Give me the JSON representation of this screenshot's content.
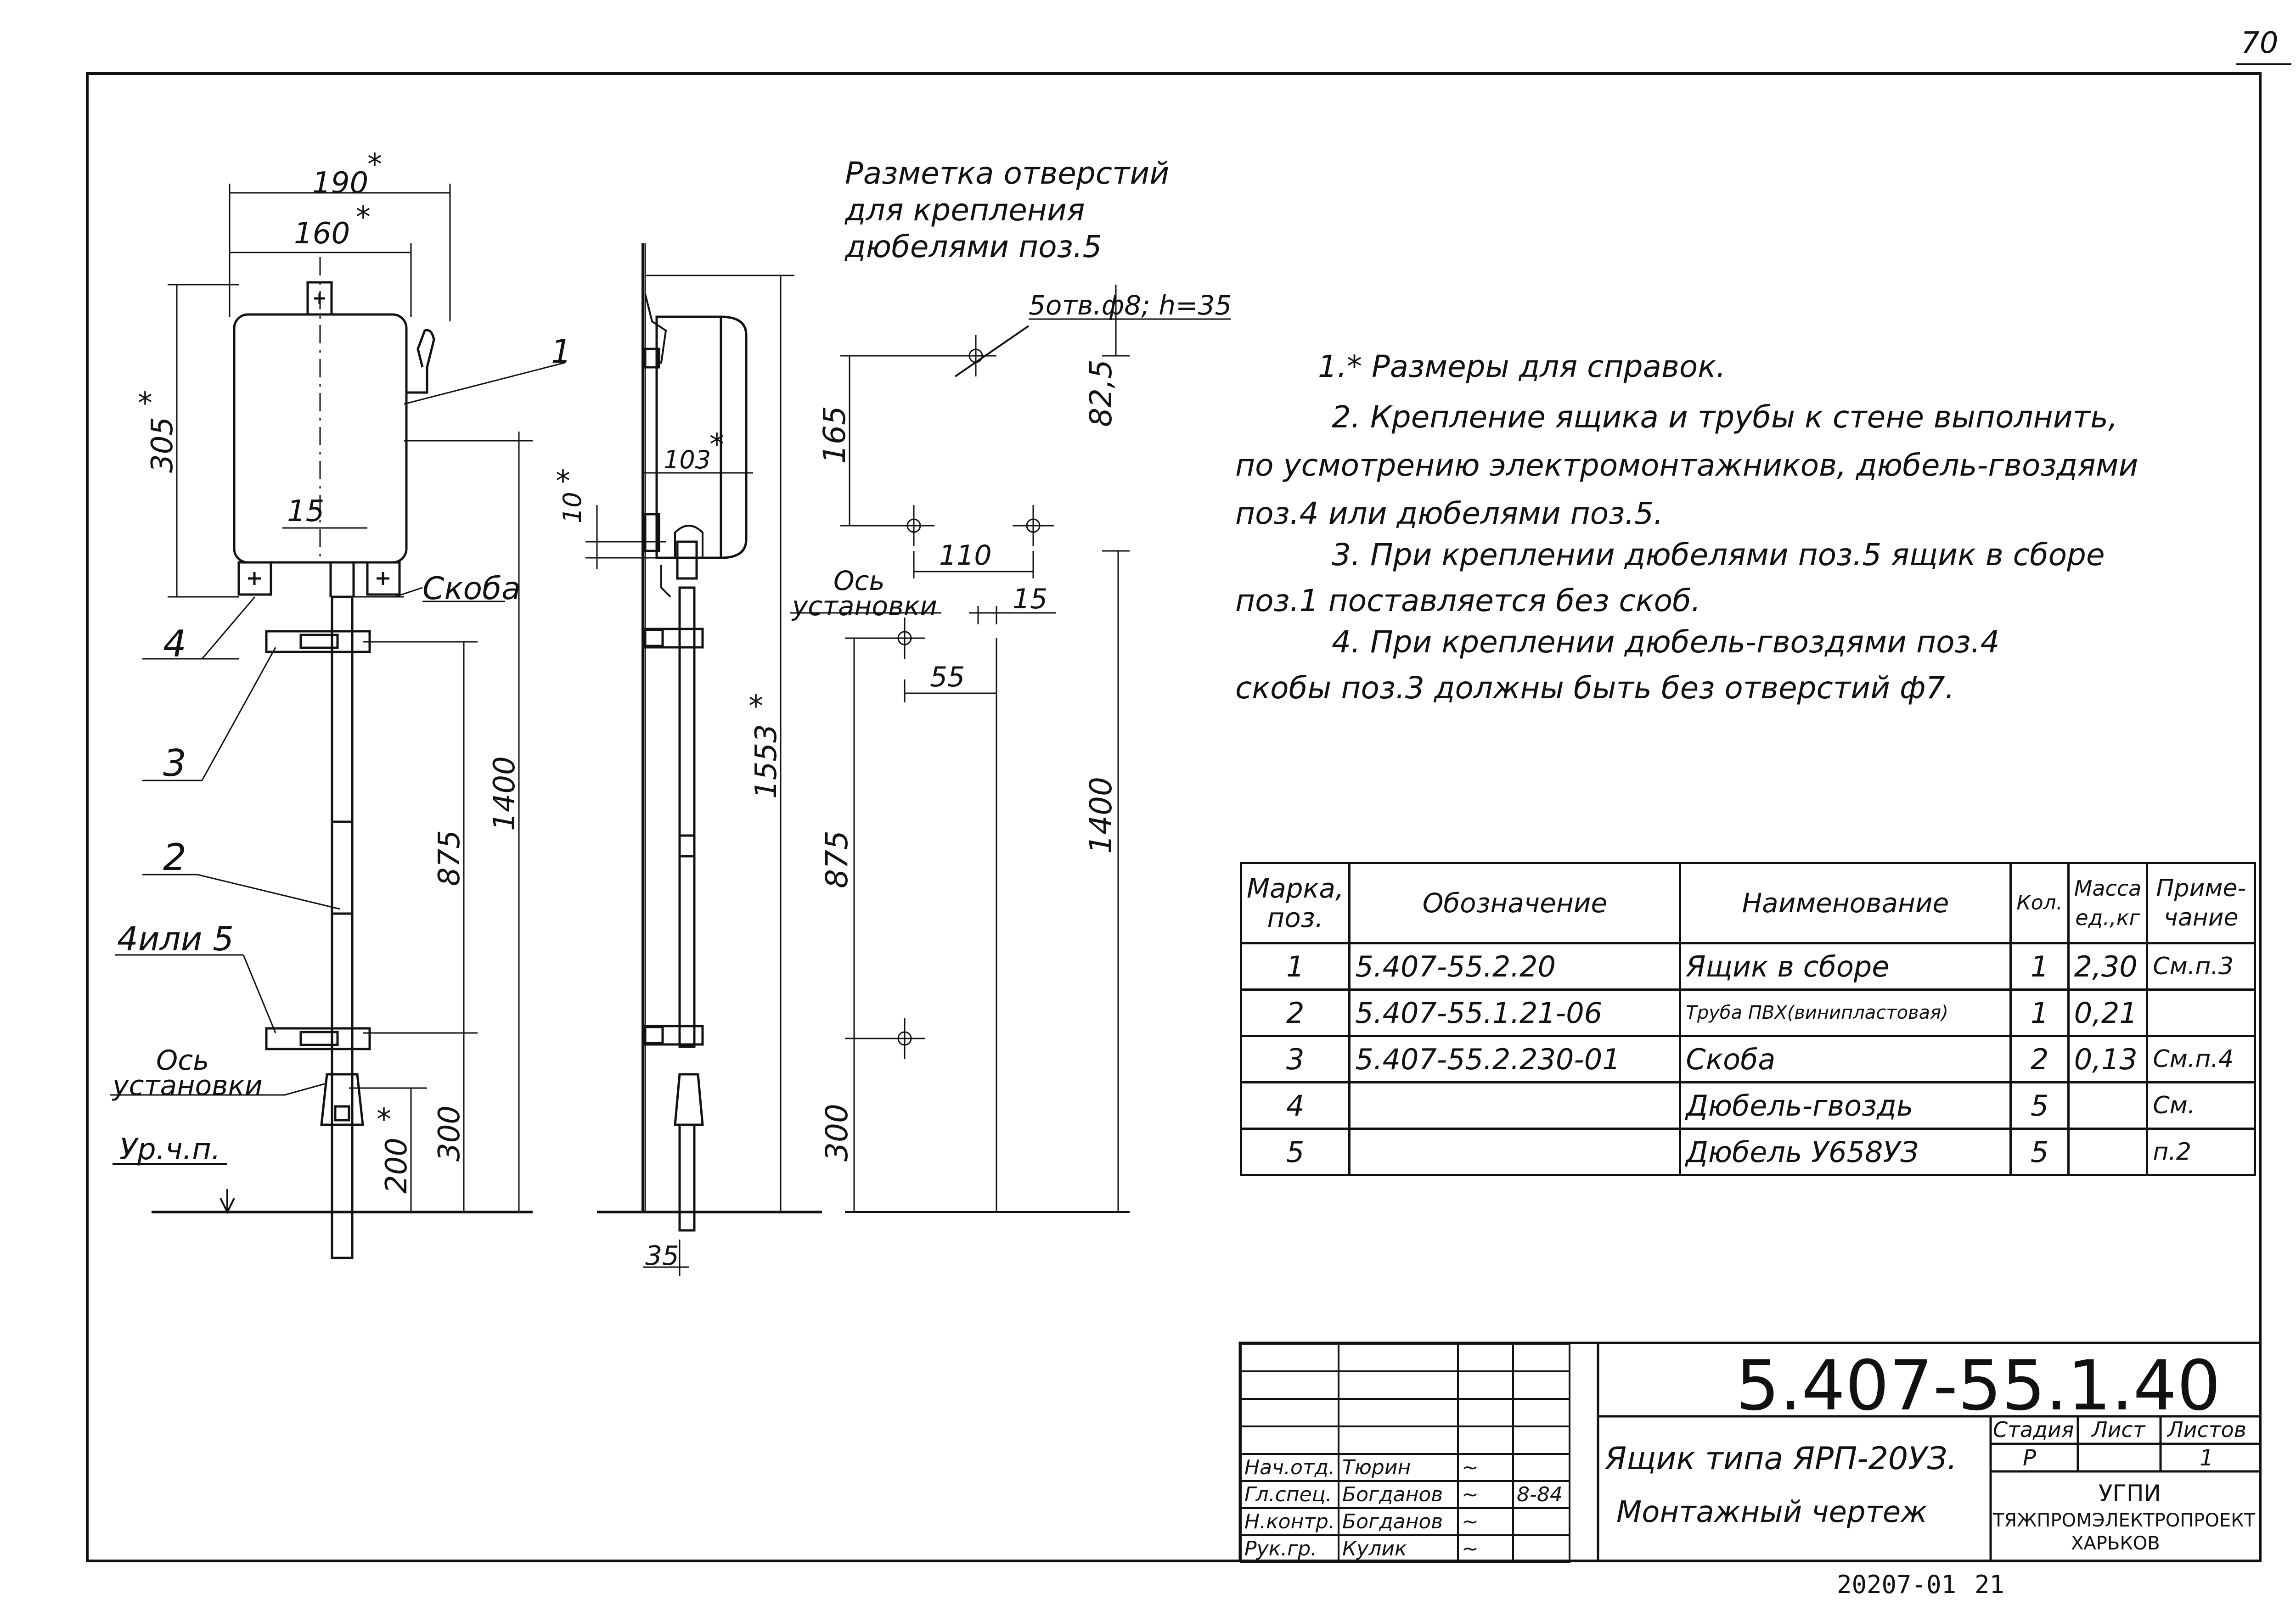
{
  "page_number": "70",
  "drawing": {
    "front": {
      "dim_190": "190",
      "dim_160": "160",
      "dim_305": "305",
      "dim_15": "15",
      "dim_1400": "1400",
      "dim_875": "875",
      "dim_300": "300",
      "dim_200": "200",
      "asterisk": "*",
      "callout_1": "1",
      "callout_2": "2",
      "callout_3": "3",
      "callout_4": "4",
      "callout_4or5": "4или 5",
      "label_skoba": "Скоба",
      "label_axis_1": "Ось",
      "label_axis_2": "установки",
      "label_level": "Ур.ч.п."
    },
    "side": {
      "dim_1553": "1553",
      "dim_103": "103",
      "dim_10": "10",
      "dim_35": "35"
    },
    "holes": {
      "title_line1": "Разметка отверстий",
      "title_line2": "для крепления",
      "title_line3": "дюбелями поз.5",
      "hole_callout": "5отв.ф8; h=35",
      "dim_165": "165",
      "dim_825": "82,5",
      "dim_110": "110",
      "dim_15": "15",
      "dim_55": "55",
      "dim_875": "875",
      "dim_1400": "1400",
      "dim_300": "300",
      "label_axis_1": "Ось",
      "label_axis_2": "установки"
    }
  },
  "notes": [
    "1.* Размеры для справок.",
    "2. Крепление ящика и трубы к стене выполнить,",
    "по усмотрению электромонтажников, дюбель-гвоздями",
    "поз.4 или дюбелями поз.5.",
    "3. При креплении дюбелями поз.5 ящик в сборе",
    "поз.1 поставляется без скоб.",
    "4. При креплении дюбель-гвоздями поз.4",
    "скобы поз.3 должны быть без отверстий ф7."
  ],
  "spec_table": {
    "headers": [
      "Марка, поз.",
      "Обозначение",
      "Наименование",
      "Кол.",
      "Масса ед.,кг",
      "Приме- чание"
    ],
    "rows": [
      {
        "pos": "1",
        "code": "5.407-55.2.20",
        "name": "Ящик в сборе",
        "qty": "1",
        "mass": "2,30",
        "note": "См.п.3"
      },
      {
        "pos": "2",
        "code": "5.407-55.1.21-06",
        "name": "Труба ПВХ(винипластовая)",
        "qty": "1",
        "mass": "0,21",
        "note": ""
      },
      {
        "pos": "3",
        "code": "5.407-55.2.230-01",
        "name": "Скоба",
        "qty": "2",
        "mass": "0,13",
        "note": "См.п.4"
      },
      {
        "pos": "4",
        "code": "",
        "name": "Дюбель-гвоздь",
        "qty": "5",
        "mass": "",
        "note": "См."
      },
      {
        "pos": "5",
        "code": "",
        "name": "Дюбель У658УЗ",
        "qty": "5",
        "mass": "",
        "note": "п.2"
      }
    ]
  },
  "title_block": {
    "doc_number": "5.407-55.1.40",
    "title_line1": "Ящик типа ЯРП-20УЗ.",
    "title_line2": "Монтажный чертеж",
    "stage_label": "Стадия",
    "sheet_label": "Лист",
    "sheets_label": "Листов",
    "stage_value": "Р",
    "sheets_value": "1",
    "org_line1": "УГПИ",
    "org_line2": "ТЯЖПРОМЭЛЕКТРОПРОЕКТ",
    "org_line3": "ХАРЬКОВ",
    "date": "8-84",
    "signers": [
      {
        "role": "Нач.отд.",
        "name": "Тюрин"
      },
      {
        "role": "Гл.спец.",
        "name": "Богданов"
      },
      {
        "role": "Н.контр.",
        "name": "Богданов"
      },
      {
        "role": "Рук.гр.",
        "name": "Кулик"
      }
    ]
  },
  "footer": {
    "archive_number": "20207-01",
    "page": "21"
  }
}
